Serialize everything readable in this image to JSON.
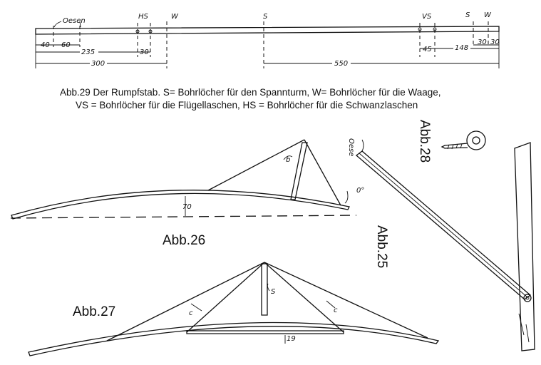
{
  "figure29": {
    "labels": {
      "oesen": "Oesen",
      "hs": "HS",
      "w_left": "W",
      "s_center": "S",
      "vs": "VS",
      "s_right": "S",
      "w_right": "W"
    },
    "dimensions": {
      "d40": "40",
      "d60": "60",
      "d235": "235",
      "d30": "30",
      "d300": "300",
      "d550": "550",
      "d45": "45",
      "d148": "148",
      "d30b": "30",
      "d30c": "30"
    },
    "caption_line1": "Abb.29 Der Rumpfstab. S= Bohrlöcher für den Spannturm, W= Bohrlöcher für die Waage,",
    "caption_line2": "VS = Bohrlöcher für die Flügellaschen, HS = Bohrlöcher für die Schwanzlaschen"
  },
  "figure26": {
    "title": "Abb.26",
    "label_b": "b",
    "dim_70": "70",
    "angle": "0°"
  },
  "figure27": {
    "title": "Abb.27",
    "label_s": "S",
    "label_c_left": "c",
    "label_c_right": "c",
    "dim_19": "19"
  },
  "figure25": {
    "title": "Abb.25",
    "label_oese": "Oese"
  },
  "figure28": {
    "title": "Abb.28"
  }
}
